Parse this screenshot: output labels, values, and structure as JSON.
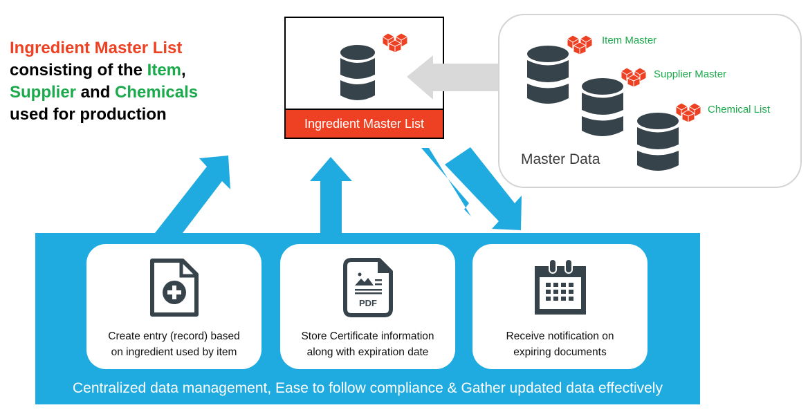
{
  "headline": {
    "line1": "Ingredient Master List",
    "line2_prefix": "consisting of the ",
    "line2_highlight": "Item",
    "line2_suffix": ",",
    "line3_highlight1": "Supplier",
    "line3_mid": " and ",
    "line3_highlight2": "Chemicals",
    "line4": "used for production"
  },
  "ingredient_master": {
    "label": "Ingredient Master List",
    "icon": "database-icon",
    "badge_icon": "cubes-icon"
  },
  "master_data": {
    "title": "Master Data",
    "databases": [
      {
        "label": "Item Master",
        "icon": "database-icon"
      },
      {
        "label": "Supplier Master",
        "icon": "database-icon"
      },
      {
        "label": "Chemical List",
        "icon": "database-icon"
      }
    ]
  },
  "features": [
    {
      "icon": "file-add-icon",
      "line1": "Create entry (record) based",
      "line2": "on ingredient used by item"
    },
    {
      "icon": "pdf-file-icon",
      "line1": "Store Certificate information",
      "line2": "along with expiration date",
      "icon_text": "PDF"
    },
    {
      "icon": "calendar-icon",
      "line1": "Receive notification on",
      "line2": "expiring documents"
    }
  ],
  "panel_caption": "Centralized data management, Ease to follow compliance & Gather updated data effectively",
  "colors": {
    "accent_red": "#EE4123",
    "accent_green": "#1BAA4B",
    "panel_blue": "#1FABE0",
    "icon_dark": "#37434B",
    "arrow_gray": "#D9D9D9"
  }
}
